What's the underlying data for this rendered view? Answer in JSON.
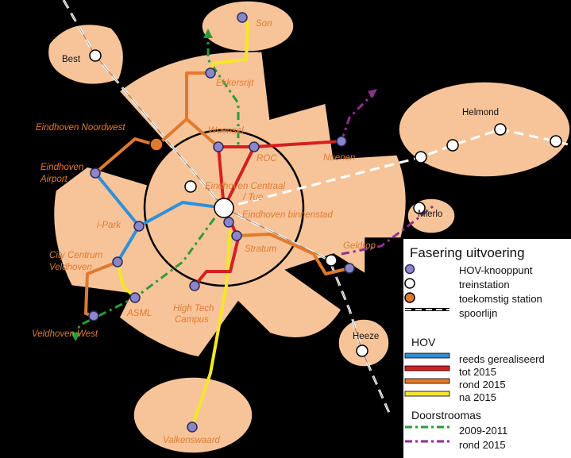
{
  "map": {
    "places": {
      "son": "Son",
      "best": "Best",
      "ekkersrijt": "Ekkersrijt",
      "woensel": "Woensel",
      "helmond": "Helmond",
      "eindhoven_noordwest": "Eindhoven Noordwest",
      "eindhoven_airport": "Eindhoven Airport",
      "roc": "ROC",
      "nuenen": "Nuenen",
      "eindhoven_centraal": "Eindhoven Centraal / Tue",
      "eindhoven_binnenstad": "Eindhoven binnenstad",
      "mierlo": "Mierlo",
      "i_park": "i-Park",
      "geldrop": "Geldrop",
      "stratum": "Stratum",
      "city_centrum_veldhoven": "City Centrum Veldhoven",
      "asml": "ASML",
      "high_tech_campus": "High Tech Campus",
      "heeze": "Heeze",
      "veldhoven_west": "Veldhoven West",
      "valkenswaard": "Valkenswaard"
    },
    "colors": {
      "background": "#000000",
      "zone_fill": "#f7c49a",
      "hov_realised": "#2f8fd8",
      "hov_2015": "#d42020",
      "hov_rond_2015": "#e07a2e",
      "hov_na_2015": "#f5e62a",
      "doorstroom_2009": "#2a9a3a",
      "doorstroom_2015": "#8e2f8e",
      "node_fill": "#8a86c8",
      "future_station": "#e07a2e"
    }
  },
  "legend": {
    "title": "Fasering uitvoering",
    "items": {
      "hov_knooppunt": "HOV-knooppunt",
      "treinstation": "treinstation",
      "toekomstig_station": "toekomstig station",
      "spoorlijn": "spoorlijn"
    },
    "hov_heading": "HOV",
    "hov_items": {
      "gerealiseerd": "reeds gerealiseerd",
      "tot_2015": "tot 2015",
      "rond_2015": "rond 2015",
      "na_2015": "na 2015"
    },
    "doorstroom_heading": "Doorstroomas",
    "doorstroom_items": {
      "period_1": "2009-2011",
      "period_2": "rond 2015"
    }
  }
}
